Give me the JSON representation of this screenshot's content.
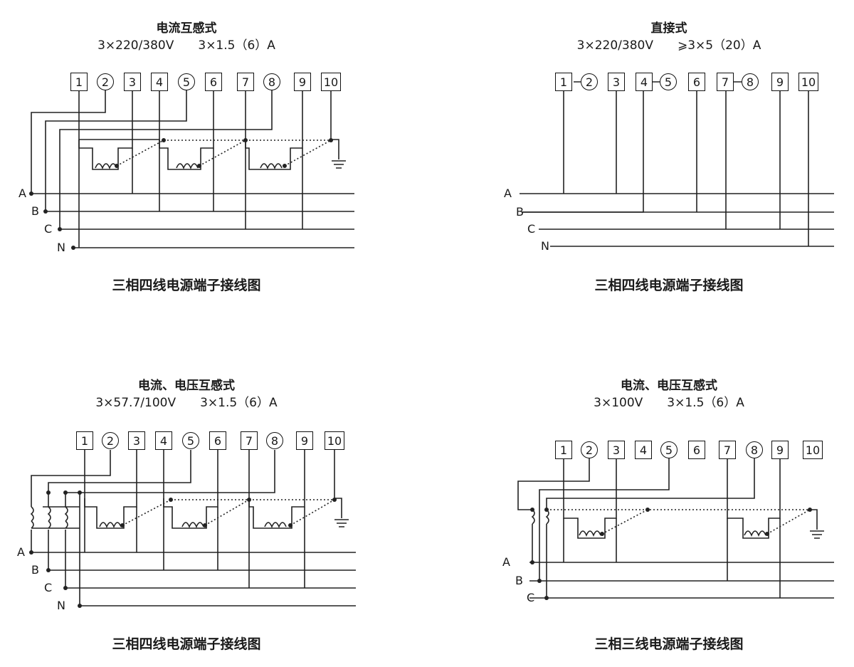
{
  "diagrams": [
    {
      "title": "电流互感式",
      "spec": "3×220/380V  3×1.5（6）A",
      "caption": "三相四线电源端子接线图",
      "terminals": [
        "1",
        "2",
        "3",
        "4",
        "5",
        "6",
        "7",
        "8",
        "9",
        "10"
      ],
      "phases": [
        "A",
        "B",
        "C",
        "N"
      ]
    },
    {
      "title": "直接式",
      "spec": "3×220/380V  ⩾3×5（20）A",
      "caption": "三相四线电源端子接线图",
      "terminals": [
        "1",
        "2",
        "3",
        "4",
        "5",
        "6",
        "7",
        "8",
        "9",
        "10"
      ],
      "phases": [
        "A",
        "B",
        "C",
        "N"
      ]
    },
    {
      "title": "电流、电压互感式",
      "spec": "3×57.7/100V  3×1.5（6）A",
      "caption": "三相四线电源端子接线图",
      "terminals": [
        "1",
        "2",
        "3",
        "4",
        "5",
        "6",
        "7",
        "8",
        "9",
        "10"
      ],
      "phases": [
        "A",
        "B",
        "C",
        "N"
      ]
    },
    {
      "title": "电流、电压互感式",
      "spec": "3×100V  3×1.5（6）A",
      "caption": "三相三线电源端子接线图",
      "terminals": [
        "1",
        "2",
        "3",
        "4",
        "5",
        "6",
        "7",
        "8",
        "9",
        "10"
      ],
      "phases": [
        "A",
        "B",
        "C"
      ]
    }
  ]
}
